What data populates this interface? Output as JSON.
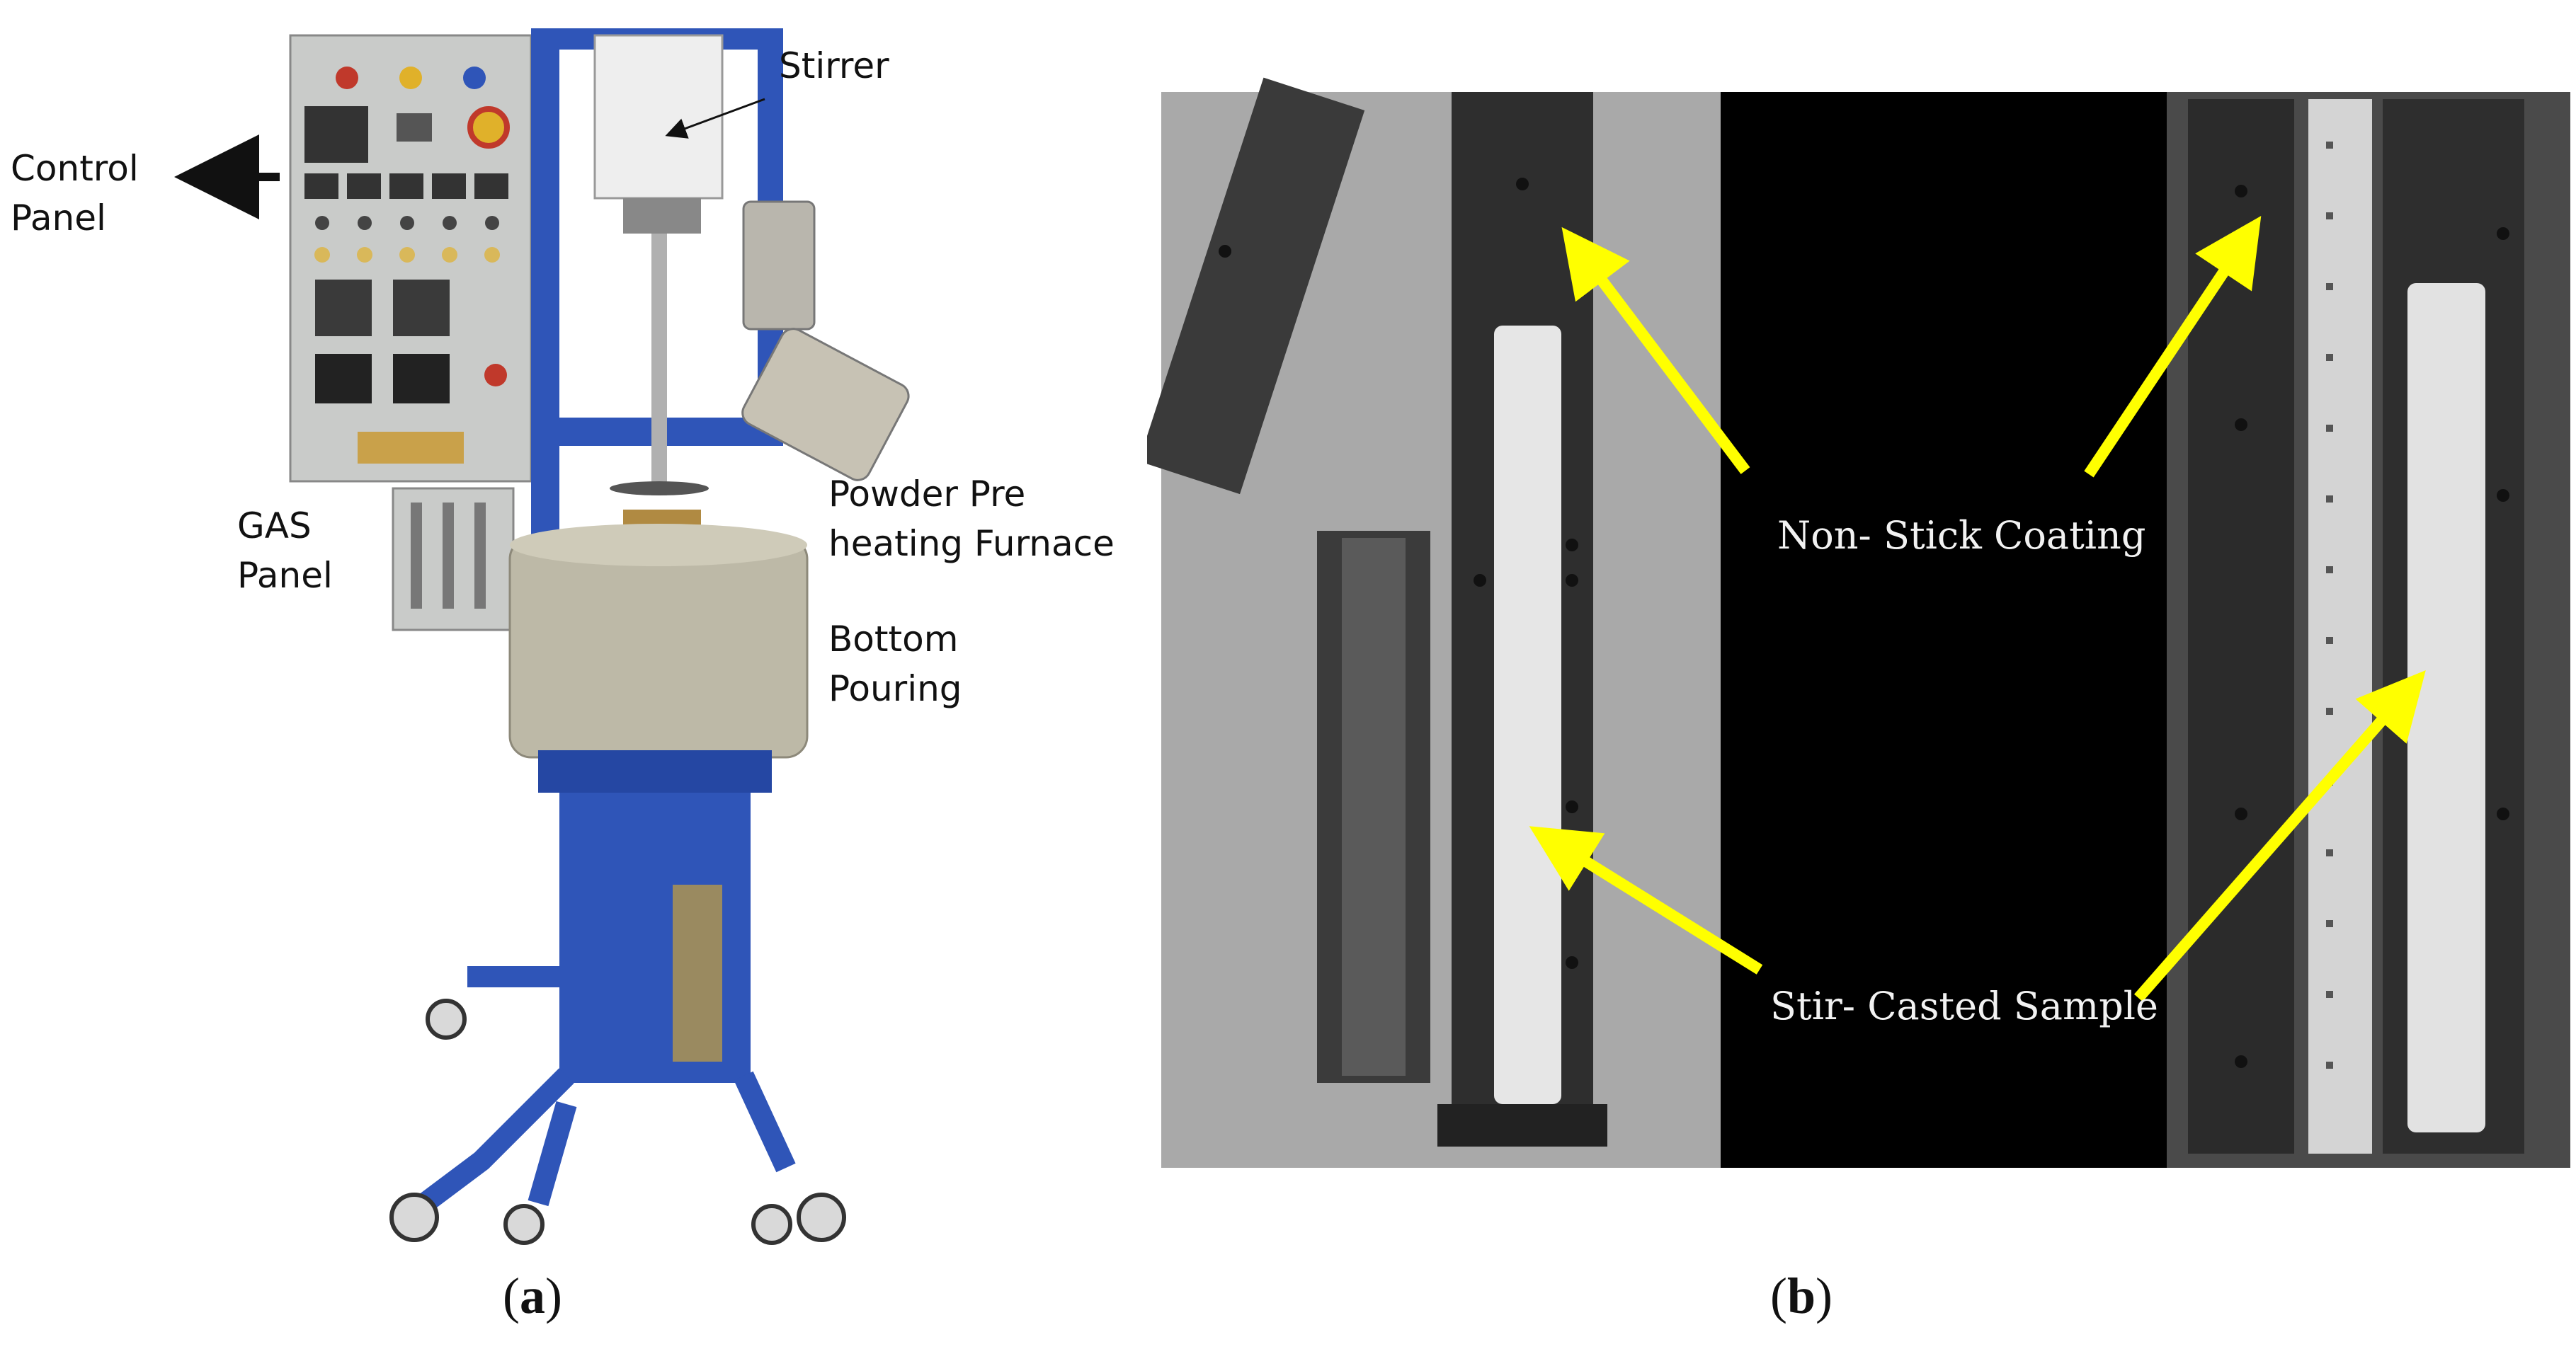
{
  "panel_a": {
    "caption_letter": "a",
    "labels": {
      "stirrer": "Stirrer",
      "control_panel_1": "Control",
      "control_panel_2": "Panel",
      "gas_panel_1": "GAS",
      "gas_panel_2": "Panel",
      "powder_1": "Powder Pre",
      "powder_2": "heating Furnace",
      "bottom_1": "Bottom",
      "bottom_2": "Pouring"
    },
    "colors": {
      "frame": "#2f55b8",
      "furnace": "#bdb9a7",
      "panel": "#c9cbc9"
    }
  },
  "panel_b": {
    "caption_letter": "b",
    "labels": {
      "non_stick": "Non- Stick Coating",
      "stir_casted": "Stir- Casted Sample"
    },
    "colors": {
      "arrow": "#ffff00",
      "background": "#000000"
    }
  }
}
